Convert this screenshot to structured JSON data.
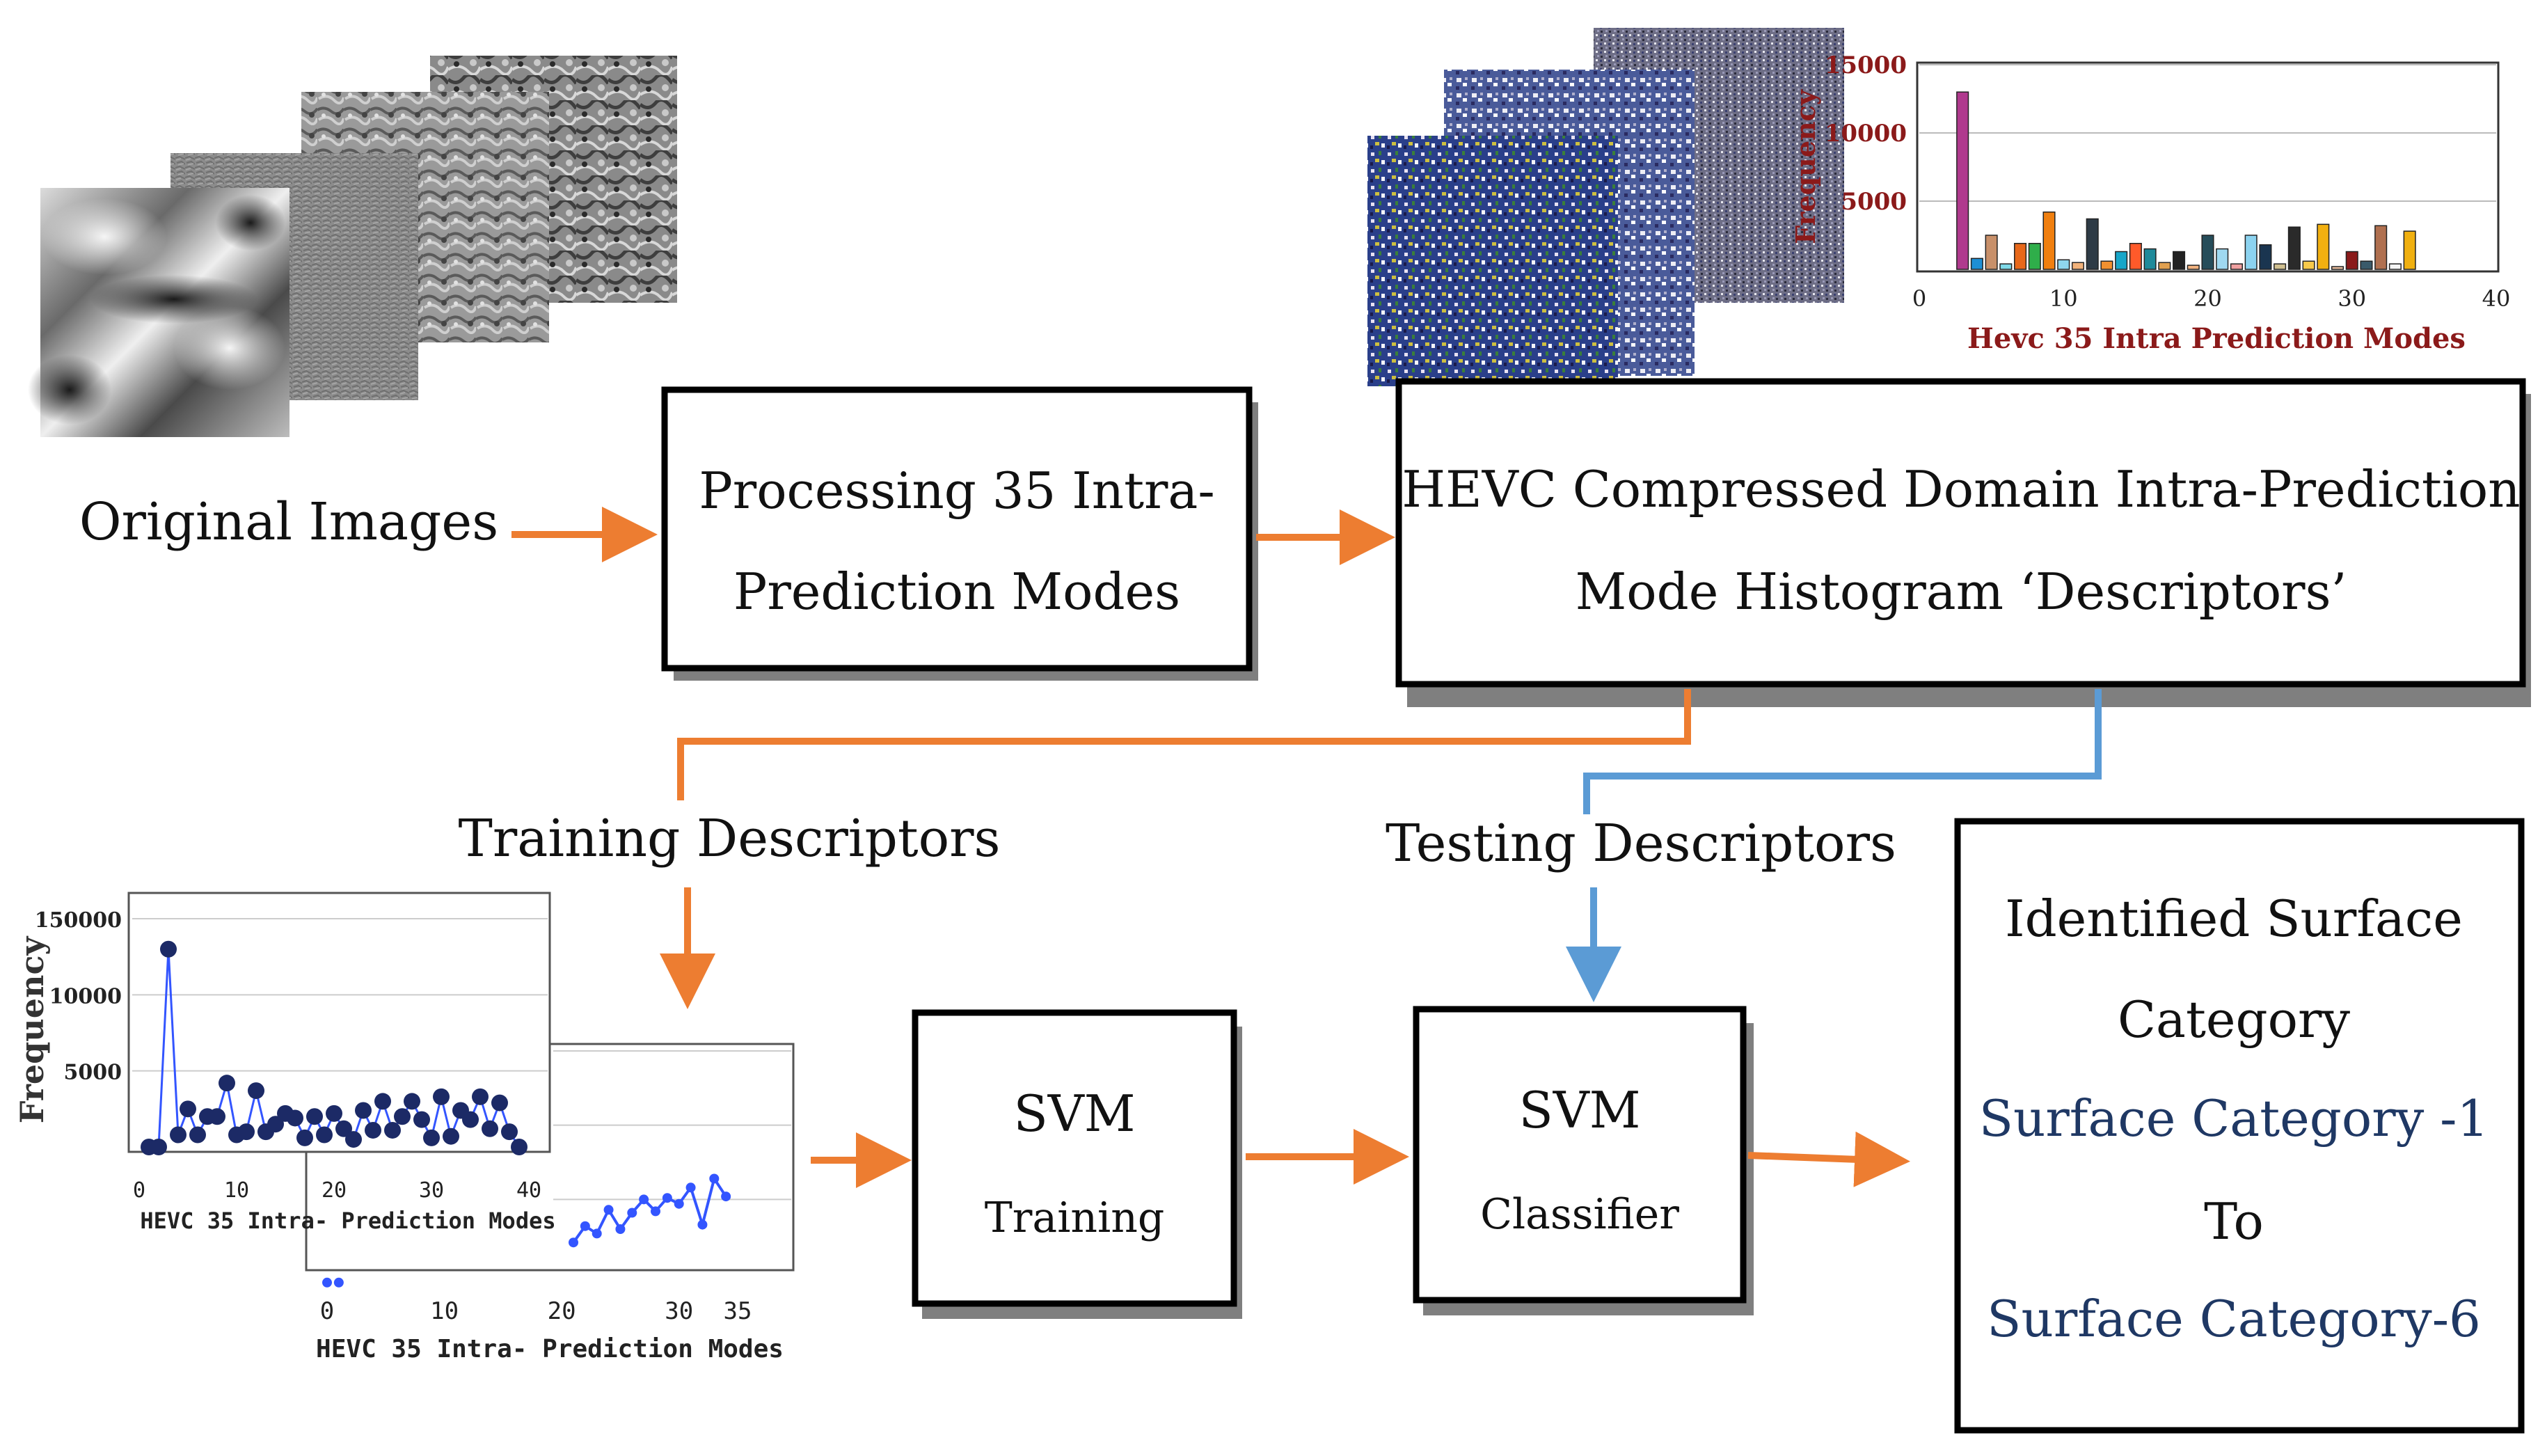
{
  "colors": {
    "orange": "#ED7D31",
    "blue": "#5B9BD5",
    "navy": "#1F3864",
    "box_border": "#000000",
    "box_shadow": "#7f7f7f",
    "hist_label": "#8B1A1A"
  },
  "labels": {
    "original_images": "Original Images",
    "training_descriptors": "Training Descriptors",
    "testing_descriptors": "Testing Descriptors"
  },
  "boxes": {
    "processing": [
      "Processing 35 Intra-",
      "Prediction Modes"
    ],
    "hevc": [
      "HEVC Compressed Domain Intra-Prediction",
      "Mode Histogram ‘Descriptors’"
    ],
    "svm_training": {
      "title": "SVM",
      "subtitle": "Training"
    },
    "svm_classifier": {
      "title": "SVM",
      "subtitle": "Classifier"
    },
    "output": {
      "line1": "Identified Surface",
      "line2": "Category",
      "line3": "Surface Category -1",
      "line4": "To",
      "line5": "Surface Category-6"
    }
  },
  "chart_data": [
    {
      "type": "bar",
      "ylabel": "Frequency",
      "xlabel": "Hevc 35 Intra Prediction Modes",
      "yticks": [
        "15000",
        "10000",
        "5000"
      ],
      "xticks": [
        "0",
        "10",
        "20",
        "30",
        "40"
      ],
      "xlim": [
        0,
        40
      ],
      "ylim": [
        0,
        15000
      ],
      "grid": true,
      "x": [
        3,
        4,
        5,
        6,
        7,
        8,
        9,
        10,
        11,
        12,
        13,
        14,
        15,
        16,
        17,
        18,
        19,
        20,
        21,
        22,
        23,
        24,
        25,
        26,
        27,
        28,
        29,
        30,
        31,
        32,
        33,
        34
      ],
      "values": [
        13000,
        800,
        2500,
        400,
        1900,
        1900,
        4200,
        700,
        500,
        3700,
        600,
        1300,
        1900,
        1500,
        500,
        1300,
        300,
        2500,
        1500,
        400,
        2500,
        1800,
        400,
        3100,
        600,
        3300,
        200,
        1300,
        600,
        3200,
        400,
        2800
      ],
      "colors": [
        "#B03A8E",
        "#1E8FD5",
        "#C8906A",
        "#7FD9E8",
        "#E8681A",
        "#2FAE4A",
        "#F07F0F",
        "#8FD6EE",
        "#F2B27A",
        "#2E3B46",
        "#F09030",
        "#17A6C9",
        "#FF5A2A",
        "#1F8A9A",
        "#E0A050",
        "#222222",
        "#F2B380",
        "#264D5A",
        "#9FD8F0",
        "#EFA0A0",
        "#8CD3F0",
        "#1A3550",
        "#D0C090",
        "#2A2A2A",
        "#F6C94A",
        "#F2B010",
        "#EEC0A0",
        "#8A1A1A",
        "#3A5A6A",
        "#B07050",
        "#F5F5F5",
        "#F0B010"
      ]
    },
    {
      "type": "line",
      "ylabel": "Frequency",
      "xlabel": "HEVC 35 Intra- Prediction  Modes",
      "yticks": [
        "150000",
        "10000",
        "5000"
      ],
      "xticks": [
        "0",
        "10",
        "20",
        "30",
        "40"
      ],
      "xlim": [
        0,
        40
      ],
      "ylim": [
        0,
        15000
      ],
      "grid": true,
      "x": [
        1,
        2,
        3,
        4,
        5,
        6,
        7,
        8,
        9,
        10,
        11,
        12,
        13,
        14,
        15,
        16,
        17,
        18,
        19,
        20,
        21,
        22,
        23,
        24,
        25,
        26,
        27,
        28,
        29,
        30,
        31,
        32,
        33,
        34,
        35,
        36,
        37,
        38,
        39
      ],
      "values": [
        0,
        0,
        13000,
        800,
        2500,
        800,
        2000,
        2000,
        4200,
        800,
        1000,
        3700,
        1000,
        1500,
        2200,
        1900,
        600,
        2000,
        800,
        2200,
        1200,
        500,
        2400,
        1100,
        3000,
        1100,
        2000,
        3000,
        1800,
        600,
        3300,
        700,
        2400,
        1800,
        3300,
        1200,
        2900,
        1000,
        0
      ]
    },
    {
      "type": "line",
      "xlabel": "HEVC 35 Intra- Prediction  Modes",
      "xticks": [
        "0",
        "10",
        "20",
        "30",
        "35"
      ],
      "xlim": [
        0,
        35
      ],
      "ylim": [
        0,
        15000
      ],
      "grid": true,
      "x": [
        0,
        1,
        21,
        22,
        23,
        24,
        25,
        26,
        27,
        28,
        29,
        30,
        31,
        32,
        33,
        34
      ],
      "values": [
        -600,
        -600,
        2100,
        3200,
        2700,
        4300,
        3000,
        4100,
        5000,
        4200,
        5100,
        4700,
        5800,
        3300,
        6400,
        5200
      ]
    }
  ]
}
